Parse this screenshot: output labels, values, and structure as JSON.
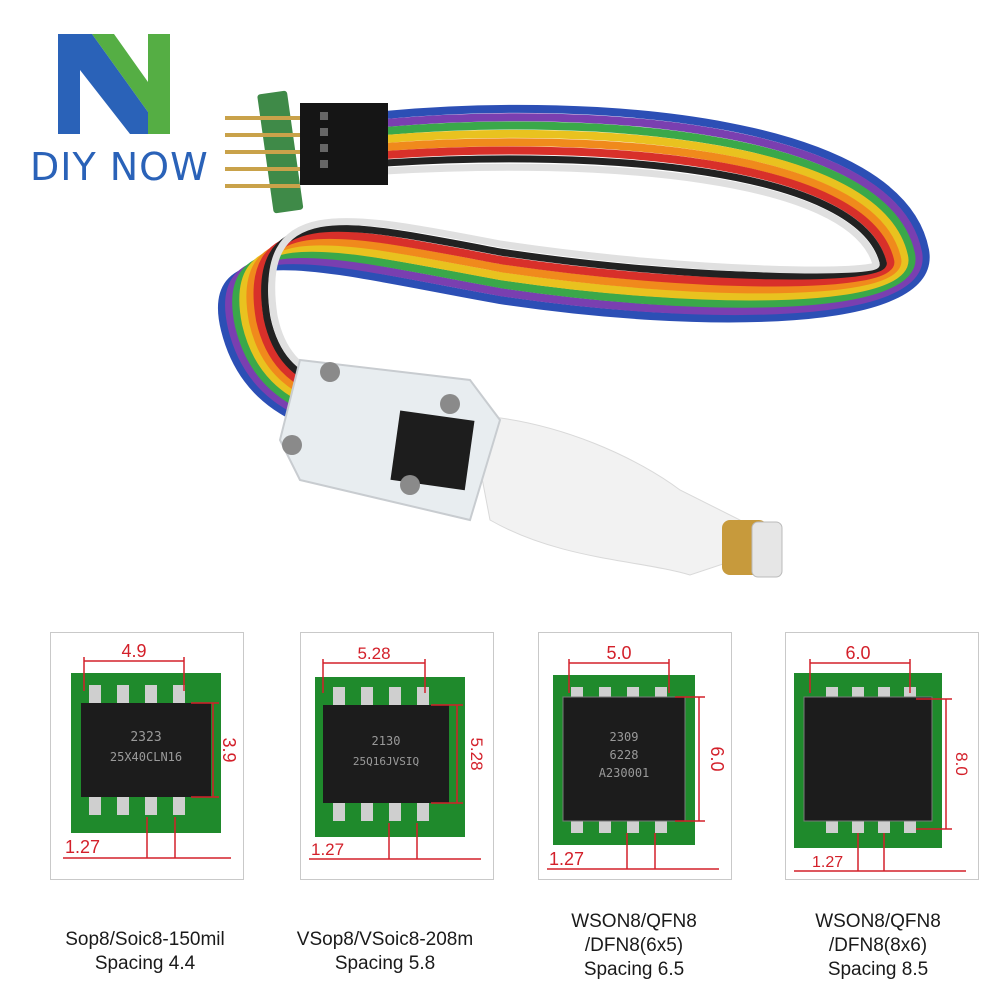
{
  "brand": {
    "name": "DIY NOW",
    "logo_color_left": "#2a62b8",
    "logo_color_right": "#4caa3a"
  },
  "product": {
    "description_icon": "spi-flash-clip-cable"
  },
  "packages": [
    {
      "width_label": "4.9",
      "height_label": "3.9",
      "pitch_label": "1.27",
      "chip_marking": [
        "2323",
        "25X40CLN16"
      ],
      "caption_line1": "Sop8/Soic8-150mil",
      "caption_line2": "Spacing 4.4"
    },
    {
      "width_label": "5.28",
      "height_label": "5.28",
      "pitch_label": "1.27",
      "chip_marking": [
        "2130",
        "25Q16JVSIQ"
      ],
      "caption_line1": "VSop8/VSoic8-208m",
      "caption_line2": "Spacing 5.8"
    },
    {
      "width_label": "5.0",
      "height_label": "6.0",
      "pitch_label": "1.27",
      "chip_marking": [
        "2309",
        "6228",
        "A230001"
      ],
      "caption_line1": "WSON8/QFN8",
      "caption_line2": "/DFN8(6x5)",
      "caption_line3": "Spacing 6.5"
    },
    {
      "width_label": "6.0",
      "height_label": "8.0",
      "pitch_label": "1.27",
      "chip_marking": [],
      "caption_line1": "WSON8/QFN8",
      "caption_line2": "/DFN8(8x6)",
      "caption_line3": "Spacing 8.5"
    }
  ],
  "colors": {
    "dimension_red": "#d3202a",
    "pcb_green": "#1f8a2c",
    "chip_black": "#1c1c1c"
  }
}
